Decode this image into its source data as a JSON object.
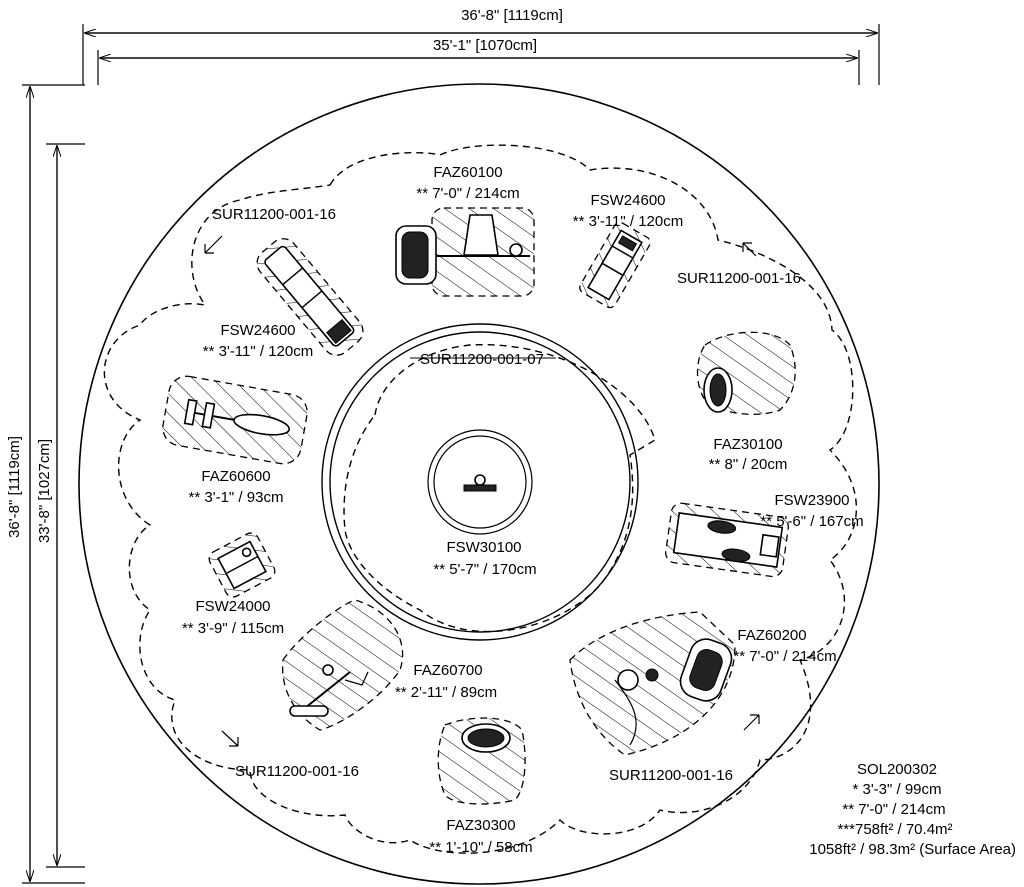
{
  "dimensions": {
    "overall_width": "36'-8\" [1119cm]",
    "inner_width": "35'-1\" [1070cm]",
    "overall_height": "36'-8\" [1119cm]",
    "inner_height": "33'-8\" [1027cm]"
  },
  "center": {
    "ring_label": "SUR11200-001-07",
    "code": "FSW30100",
    "clearance": "** 5'-7\" / 170cm"
  },
  "equipment": [
    {
      "id": "faz60100",
      "code": "FAZ60100",
      "clearance": "** 7'-0\" / 214cm"
    },
    {
      "id": "fsw24600-top",
      "code": "FSW24600",
      "clearance": "** 3'-11\" / 120cm"
    },
    {
      "id": "fsw24600-left",
      "code": "FSW24600",
      "clearance": "** 3'-11\" / 120cm"
    },
    {
      "id": "faz30100",
      "code": "FAZ30100",
      "clearance": "** 8\" / 20cm"
    },
    {
      "id": "faz60600",
      "code": "FAZ60600",
      "clearance": "** 3'-1\" / 93cm"
    },
    {
      "id": "fsw23900",
      "code": "FSW23900",
      "clearance": "** 5'-6\" / 167cm"
    },
    {
      "id": "fsw24000",
      "code": "FSW24000",
      "clearance": "** 3'-9\" / 115cm"
    },
    {
      "id": "faz60200",
      "code": "FAZ60200",
      "clearance": "** 7'-0\" / 214cm"
    },
    {
      "id": "faz60700",
      "code": "FAZ60700",
      "clearance": "** 2'-11\" / 89cm"
    },
    {
      "id": "faz30300",
      "code": "FAZ30300",
      "clearance": "** 1'-10\" / 58cm"
    }
  ],
  "surfaces": [
    {
      "id": "sur-top-left",
      "code": "SUR11200-001-16"
    },
    {
      "id": "sur-top-right",
      "code": "SUR11200-001-16"
    },
    {
      "id": "sur-bottom-left",
      "code": "SUR11200-001-16"
    },
    {
      "id": "sur-bottom-right",
      "code": "SUR11200-001-16"
    }
  ],
  "summary": {
    "code": "SOL200302",
    "line1": "* 3'-3\" / 99cm",
    "line2": "** 7'-0\" / 214cm",
    "line3": "***758ft² / 70.4m²",
    "line4": "1058ft² / 98.3m² (Surface Area)"
  }
}
